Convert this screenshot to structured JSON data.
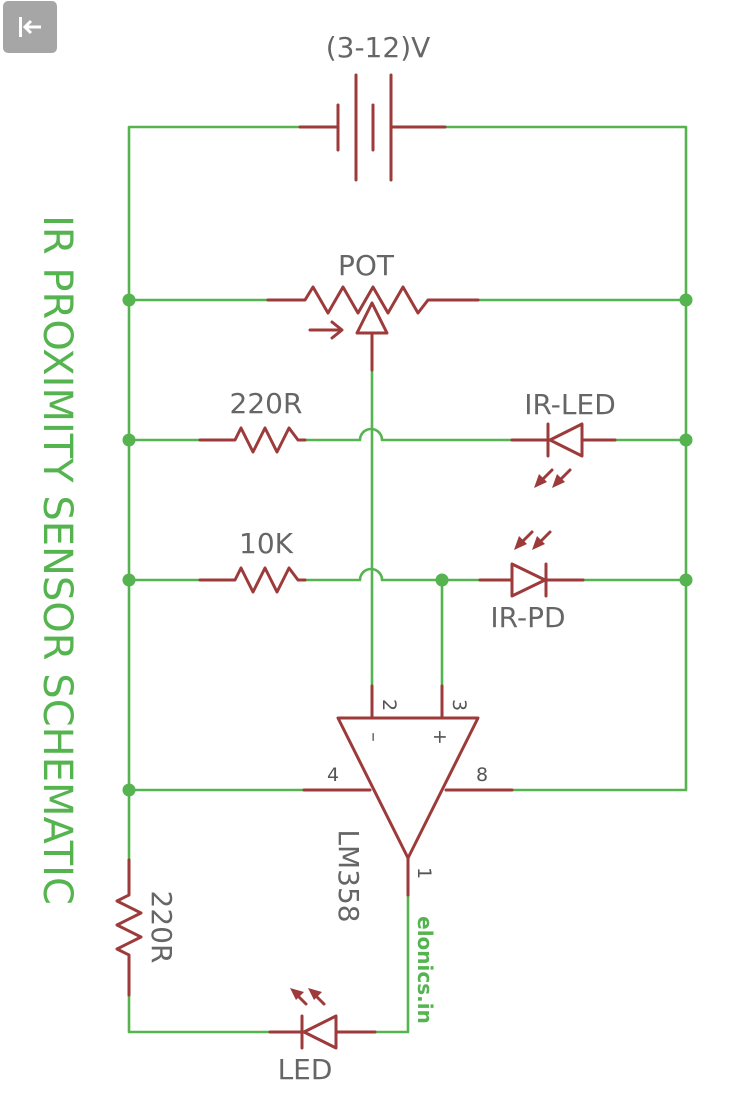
{
  "diagram": {
    "title": "IR PROXIMITY SENSOR SCHEMATIC",
    "credit": "elonics.in",
    "supply_label": "(3-12)V",
    "labels": {
      "pot": "POT",
      "r_ir_led": "220R",
      "ir_led": "IR-LED",
      "r_ir_pd": "10K",
      "ir_pd": "IR-PD",
      "opamp": "LM358",
      "r_led": "220R",
      "led": "LED"
    },
    "opamp_pins": {
      "inverting": "2",
      "non_inverting": "3",
      "ground": "4",
      "vcc": "8",
      "output": "1",
      "minus_sign": "–",
      "plus_sign": "+"
    },
    "colors": {
      "wire": "#55b44f",
      "component": "#9d3a3a",
      "label": "#666666",
      "title": "#55b44f"
    }
  },
  "back_icon": "exit-to-left-icon"
}
